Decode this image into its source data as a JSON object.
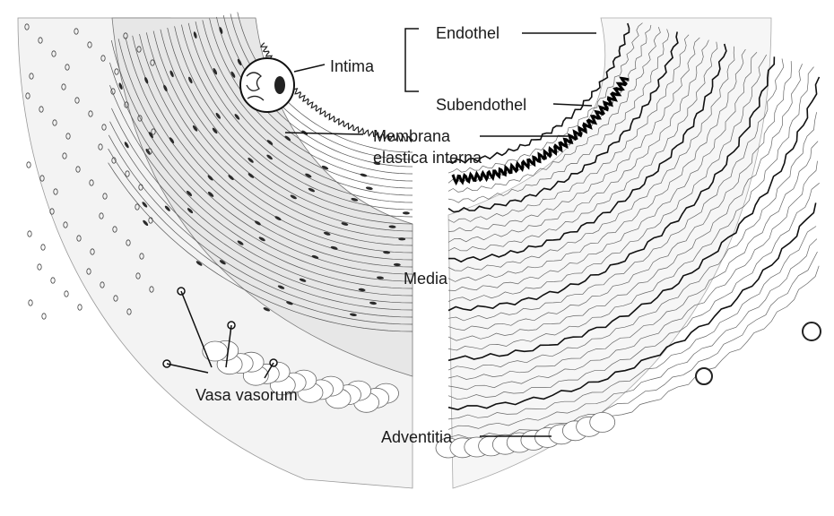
{
  "labels": {
    "endothel": "Endothel",
    "intima": "Intima",
    "subendothel": "Subendothel",
    "membrana_line1": "Membrana",
    "membrana_line2": "elastica interna",
    "media": "Media",
    "vasa_vasorum": "Vasa vasorum",
    "adventitia": "Adventitia"
  },
  "colors": {
    "ink": "#1a1a1a",
    "background": "#ffffff",
    "fiber": "#555555",
    "nuclei": "#2a2a2a"
  }
}
